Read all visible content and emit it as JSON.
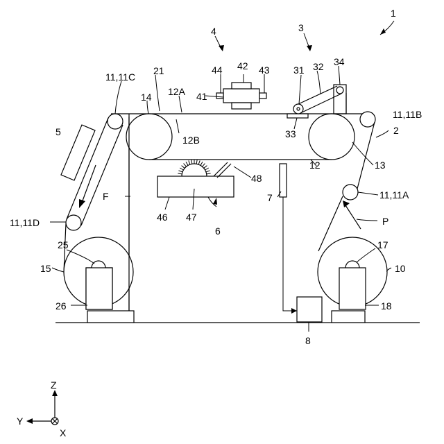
{
  "labels": {
    "fig_ref": "1",
    "device_3": "3",
    "device_4": "4",
    "device_2": "2",
    "belt_21": "21",
    "belt_12A": "12A",
    "belt_12B": "12B",
    "belt_12": "12",
    "belt_12_lower": "12",
    "roller_14": "14",
    "roller_13": "13",
    "guide_11C": "11,11C",
    "guide_11B": "11,11B",
    "guide_11A": "11,11A",
    "guide_11D": "11,11D",
    "part_41": "41",
    "part_42": "42",
    "part_43": "43",
    "part_44": "44",
    "part_31": "31",
    "part_32": "32",
    "part_33": "33",
    "part_34": "34",
    "part_5": "5",
    "part_F": "F",
    "part_P": "P",
    "part_6": "6",
    "part_46": "46",
    "part_47": "47",
    "part_48": "48",
    "part_7": "7",
    "part_8": "8",
    "part_15": "15",
    "part_25": "25",
    "part_26": "26",
    "part_10": "10",
    "part_17": "17",
    "part_18": "18"
  },
  "axes": {
    "z": "Z",
    "y": "Y",
    "x": "X"
  }
}
